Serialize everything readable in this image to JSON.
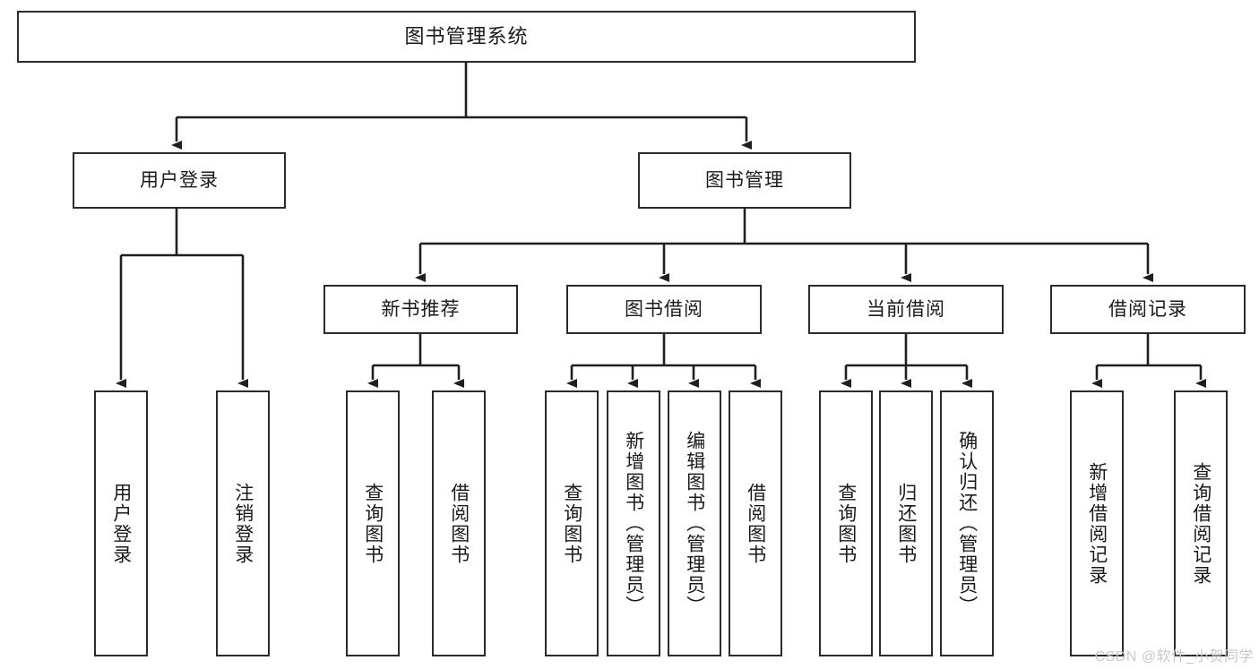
{
  "diagram": {
    "title": "图书管理系统",
    "type": "function-structure-tree",
    "orientation": "top-down",
    "colors": {
      "background": "#ffffff",
      "box_border": "#2b2b2b",
      "box_fill": "#ffffff",
      "edge": "#1f1f1f",
      "text": "#1a1a1a",
      "watermark": "#c9c9c9"
    }
  },
  "root": {
    "label": "图书管理系统"
  },
  "level2": [
    {
      "label": "用户登录"
    },
    {
      "label": "图书管理"
    }
  ],
  "level3": [
    {
      "label": "新书推荐"
    },
    {
      "label": "图书借阅"
    },
    {
      "label": "当前借阅"
    },
    {
      "label": "借阅记录"
    }
  ],
  "leaves": {
    "user_login": [
      {
        "label": "用户登录"
      },
      {
        "label": "注销登录"
      }
    ],
    "new_book_recommend": [
      {
        "label": "查询图书"
      },
      {
        "label": "借阅图书"
      }
    ],
    "book_borrow": [
      {
        "label": "查询图书"
      },
      {
        "label": "新增图书（管理员）"
      },
      {
        "label": "编辑图书（管理员）"
      },
      {
        "label": "借阅图书"
      }
    ],
    "current_borrow": [
      {
        "label": "查询图书"
      },
      {
        "label": "归还图书"
      },
      {
        "label": "确认归还（管理员）"
      }
    ],
    "borrow_record": [
      {
        "label": "新增借阅记录"
      },
      {
        "label": "查询借阅记录"
      }
    ]
  },
  "watermark": {
    "text": "CSDN @软件_小贺同学"
  }
}
